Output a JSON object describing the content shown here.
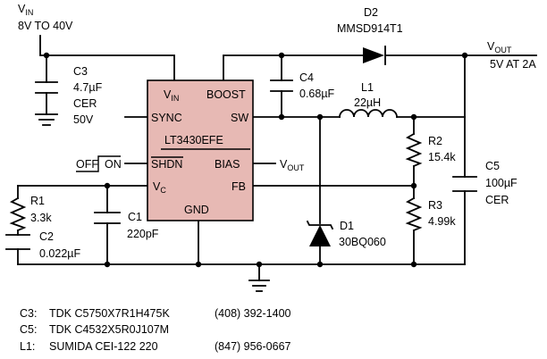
{
  "chip": {
    "name": "LT3430EFE",
    "pins": {
      "vin": "V",
      "vin_sub": "IN",
      "boost": "BOOST",
      "sync": "SYNC",
      "sw": "SW",
      "shdn": "SHDN",
      "bias": "BIAS",
      "vc": "V",
      "vc_sub": "C",
      "fb": "FB",
      "gnd": "GND"
    }
  },
  "vin_label": {
    "v": "V",
    "sub": "IN",
    "range": "8V TO 40V"
  },
  "vout_label": {
    "v": "V",
    "sub": "OUT",
    "spec": "5V AT 2A"
  },
  "bias_label": {
    "v": "V",
    "sub": "OUT"
  },
  "shutdown_switch": {
    "off": "OFF",
    "on": "ON"
  },
  "components": {
    "c3": {
      "ref": "C3",
      "value": "4.7µF",
      "type": "CER",
      "voltage": "50V"
    },
    "c4": {
      "ref": "C4",
      "value": "0.68µF"
    },
    "d2": {
      "ref": "D2",
      "part": "MMSD914T1"
    },
    "l1": {
      "ref": "L1",
      "value": "22µH"
    },
    "r2": {
      "ref": "R2",
      "value": "15.4k"
    },
    "r3": {
      "ref": "R3",
      "value": "4.99k"
    },
    "c5": {
      "ref": "C5",
      "value": "100µF",
      "type": "CER"
    },
    "r1": {
      "ref": "R1",
      "value": "3.3k"
    },
    "c2": {
      "ref": "C2",
      "value": "0.022µF"
    },
    "c1": {
      "ref": "C1",
      "value": "220pF"
    },
    "d1": {
      "ref": "D1",
      "part": "30BQ060"
    }
  },
  "notes": [
    {
      "ref": "C3:",
      "part": "TDK C5750X7R1H475K",
      "phone": "(408) 392-1400"
    },
    {
      "ref": "C5:",
      "part": "TDK C4532X5R0J107M",
      "phone": ""
    },
    {
      "ref": "L1:",
      "part": "SUMIDA CEI-122 220",
      "phone": "(847) 956-0667"
    }
  ]
}
